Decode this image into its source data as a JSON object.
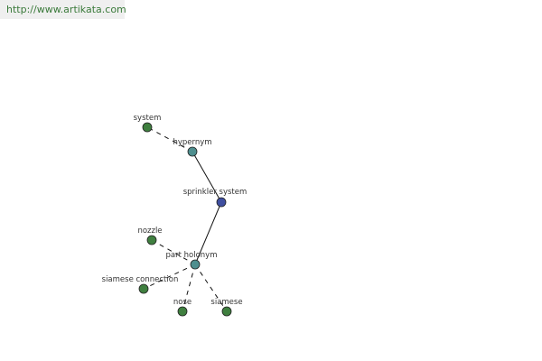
{
  "header": {
    "url": "http://www.artikata.com"
  },
  "colors": {
    "center_node": "#3f4fa0",
    "relation_node": "#4f8f8f",
    "leaf_node": "#3f7f3f",
    "node_stroke": "#222222",
    "edge": "#111111",
    "label": "#333333"
  },
  "graph": {
    "nodes": [
      {
        "id": "sprinkler-system",
        "label": "sprinkler system",
        "kind": "center"
      },
      {
        "id": "hypernym",
        "label": "hypernym",
        "kind": "relation"
      },
      {
        "id": "system",
        "label": "system",
        "kind": "leaf"
      },
      {
        "id": "part-holonym",
        "label": "part holonym",
        "kind": "relation"
      },
      {
        "id": "nozzle",
        "label": "nozzle",
        "kind": "leaf"
      },
      {
        "id": "siamese-connection",
        "label": "siamese connection",
        "kind": "leaf"
      },
      {
        "id": "nose",
        "label": "nose",
        "kind": "leaf"
      },
      {
        "id": "siamese",
        "label": "siamese",
        "kind": "leaf"
      }
    ],
    "edges": [
      {
        "from": "sprinkler-system",
        "to": "hypernym",
        "style": "solid"
      },
      {
        "from": "sprinkler-system",
        "to": "part-holonym",
        "style": "solid"
      },
      {
        "from": "hypernym",
        "to": "system",
        "style": "dashed"
      },
      {
        "from": "part-holonym",
        "to": "nozzle",
        "style": "dashed"
      },
      {
        "from": "part-holonym",
        "to": "siamese-connection",
        "style": "dashed"
      },
      {
        "from": "part-holonym",
        "to": "nose",
        "style": "dashed"
      },
      {
        "from": "part-holonym",
        "to": "siamese",
        "style": "dashed"
      }
    ]
  }
}
